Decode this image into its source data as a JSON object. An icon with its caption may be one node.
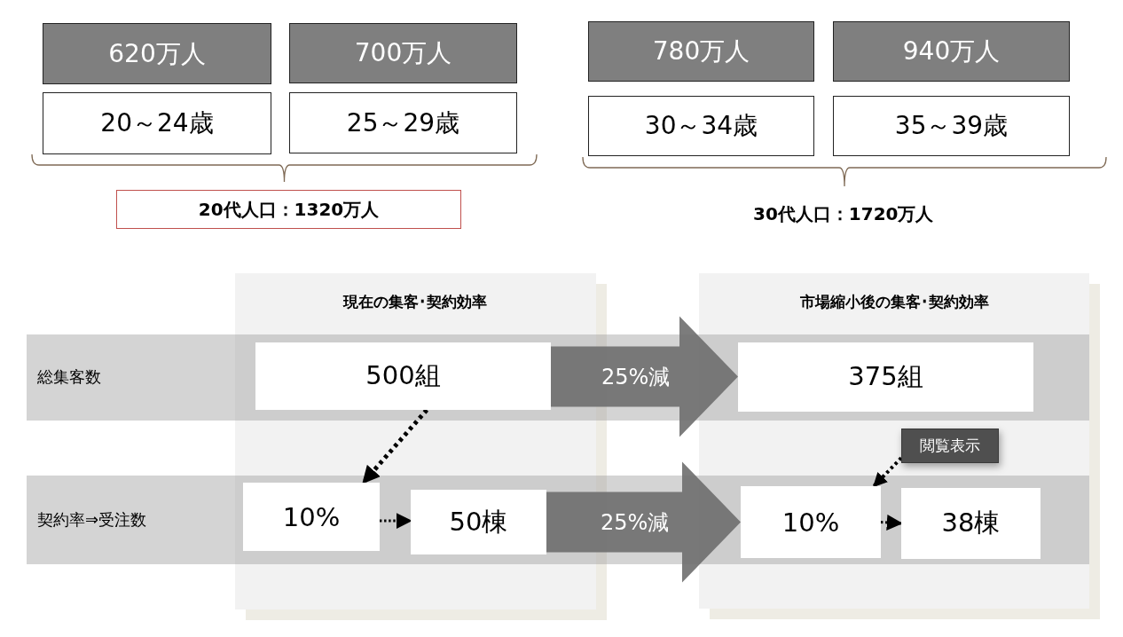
{
  "diagram": {
    "nodes": [
      {
        "text": [
          "620万人"
        ]
      },
      {
        "text": [
          "700万人"
        ]
      },
      {
        "text": [
          "780万人"
        ]
      },
      {
        "text": [
          "940万人"
        ]
      },
      {
        "text": [
          "20～24歳"
        ]
      },
      {
        "text": [
          "25～29歳"
        ]
      },
      {
        "text": [
          "30～34歳"
        ]
      },
      {
        "text": [
          "35～39歳"
        ]
      },
      {
        "text": [
          "20代人口：1320万人"
        ]
      },
      {
        "text": [
          "500組"
        ]
      },
      {
        "text": [
          "375組"
        ]
      },
      {
        "text": [
          "閲覧表示"
        ]
      },
      {
        "text": [
          "10%"
        ]
      },
      {
        "text": [
          "50棟"
        ]
      },
      {
        "text": [
          "10%"
        ]
      },
      {
        "text": [
          "38棟"
        ]
      }
    ],
    "edges": [
      {
        "from": 9,
        "to": 10,
        "arrow": "to",
        "style": "thick",
        "label": "25%減"
      },
      {
        "from": 9,
        "to": 12,
        "arrow": "to",
        "style": "dashed"
      },
      {
        "from": 11,
        "to": 14,
        "arrow": "to",
        "style": "dashed"
      },
      {
        "from": 12,
        "to": 13,
        "arrow": "to",
        "style": "dashed"
      },
      {
        "from": 13,
        "to": 14,
        "arrow": "to",
        "style": "thick",
        "label": "25%減"
      },
      {
        "from": 14,
        "to": 15,
        "arrow": "to",
        "style": "dashed"
      }
    ],
    "labels": [
      "30代人口：1720万人",
      "現在の集客･契約効率",
      "市場縮小後の集客･契約効率",
      "総集客数",
      "契約率⇒受注数"
    ]
  }
}
